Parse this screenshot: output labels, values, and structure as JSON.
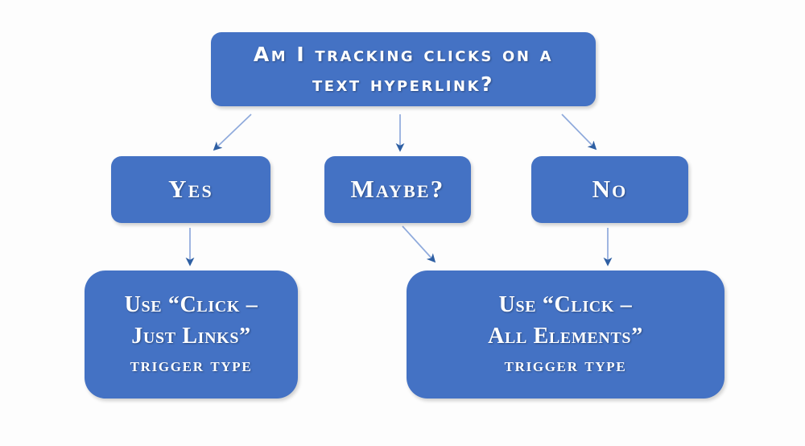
{
  "diagram": {
    "title": "Click trigger type decision flowchart",
    "background_color": "#fdfdfd",
    "node_fill_color": "#4472c4",
    "node_text_color": "#ffffff",
    "arrow_line_color": "#8faadc",
    "arrow_head_color": "#2e5fa3",
    "nodes": {
      "question": {
        "line_1": "Am I tracking clicks on a",
        "line_2": "text hyperlink?"
      },
      "yes": {
        "label": "Yes"
      },
      "maybe": {
        "label": "Maybe?"
      },
      "no": {
        "label": "No"
      },
      "just_links": {
        "line_1": "Use “Click –",
        "line_2": "Just Links”",
        "line_3": "trigger type"
      },
      "all_elements": {
        "line_1": "Use “Click –",
        "line_2": "All Elements”",
        "line_3": "trigger type"
      }
    },
    "connectors": [
      {
        "name": "question-to-yes",
        "from": "question",
        "to": "yes",
        "style": "diagonal-left"
      },
      {
        "name": "question-to-maybe",
        "from": "question",
        "to": "maybe",
        "style": "vertical"
      },
      {
        "name": "question-to-no",
        "from": "question",
        "to": "no",
        "style": "diagonal-right"
      },
      {
        "name": "yes-to-just-links",
        "from": "yes",
        "to": "just_links",
        "style": "vertical"
      },
      {
        "name": "maybe-to-all-elements",
        "from": "maybe",
        "to": "all_elements",
        "style": "diagonal-right"
      },
      {
        "name": "no-to-all-elements",
        "from": "no",
        "to": "all_elements",
        "style": "vertical"
      }
    ]
  }
}
